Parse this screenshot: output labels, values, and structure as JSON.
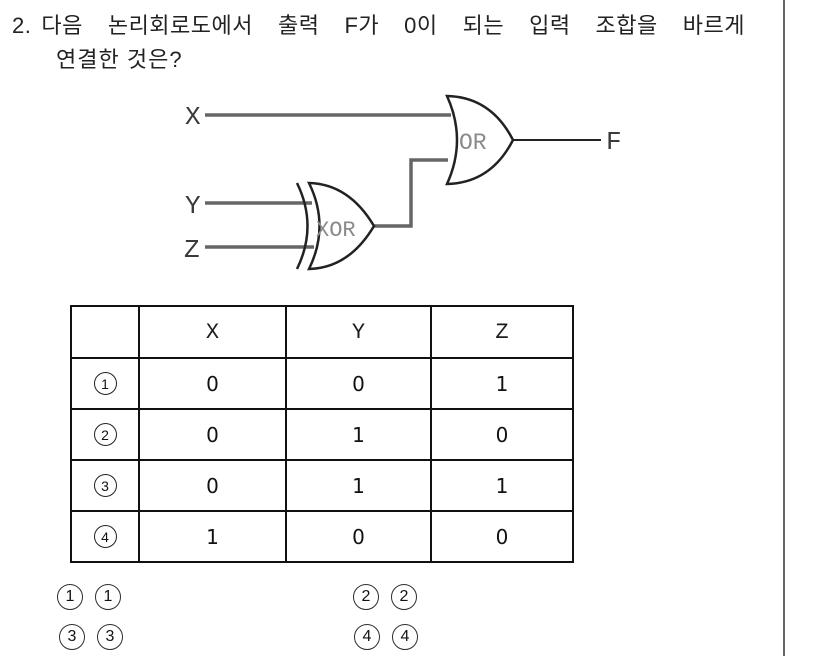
{
  "question": {
    "number": "2.",
    "line1": "다음 논리회로도에서 출력 F가 0이 되는 입력 조합을 바르게",
    "line2": "연결한 것은?"
  },
  "circuit": {
    "input_x": "X",
    "input_y": "Y",
    "input_z": "Z",
    "output_f": "F",
    "or_gate_label": "OR",
    "xor_gate_label": "XOR",
    "wire_color": "#666666",
    "outline_color": "#222222"
  },
  "table": {
    "headers": {
      "x": "X",
      "y": "Y",
      "z": "Z"
    },
    "rows": [
      {
        "marker": "1",
        "x": "0",
        "y": "0",
        "z": "1"
      },
      {
        "marker": "2",
        "x": "0",
        "y": "1",
        "z": "0"
      },
      {
        "marker": "3",
        "x": "0",
        "y": "1",
        "z": "1"
      },
      {
        "marker": "4",
        "x": "1",
        "y": "0",
        "z": "0"
      }
    ]
  },
  "options": [
    {
      "marker": "1",
      "answer": "1"
    },
    {
      "marker": "2",
      "answer": "2"
    },
    {
      "marker": "3",
      "answer": "3"
    },
    {
      "marker": "4",
      "answer": "4"
    }
  ]
}
